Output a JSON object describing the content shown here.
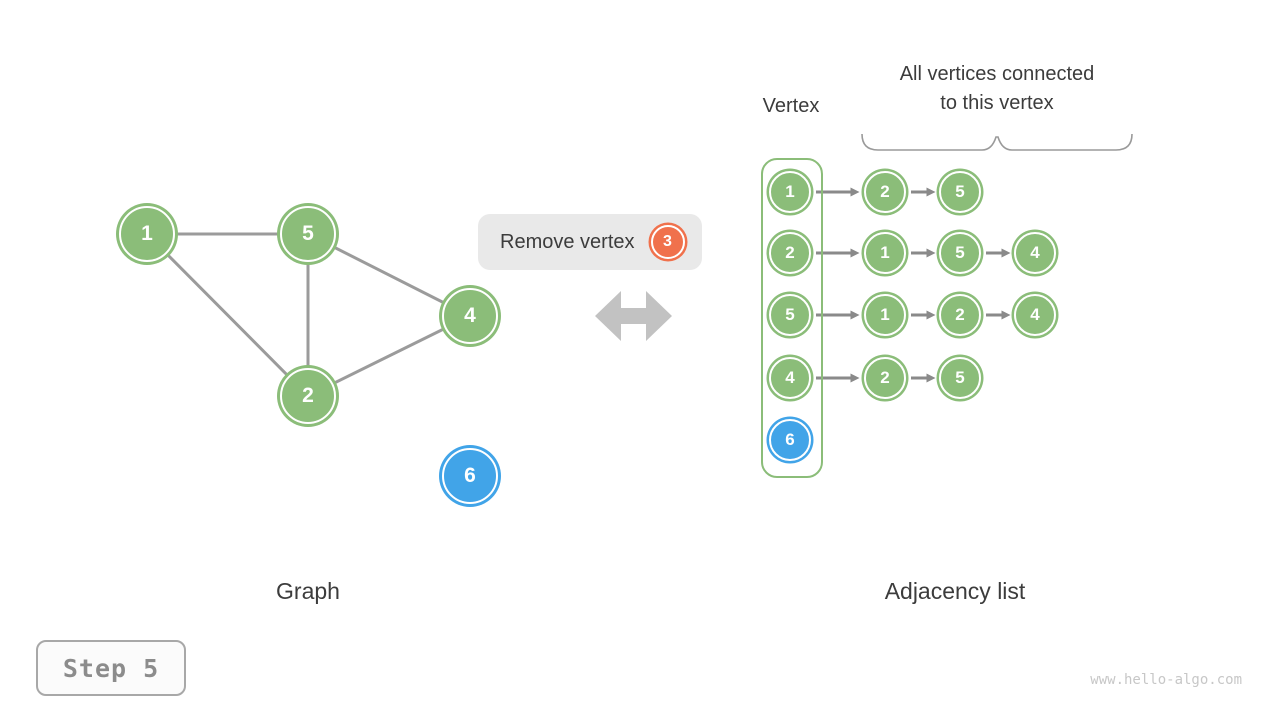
{
  "palette": {
    "green": "#8BBD79",
    "blue": "#41A4E8",
    "orange": "#F0714C",
    "pill_bg": "#E9E9E9",
    "edge": "#9B9B9B",
    "arrow": "#8A8A8A",
    "brace": "#9A9A9A",
    "double_arrow": "#C2C2C2",
    "text": "#3C3C3C",
    "step_text": "#8C8C8C",
    "watermark": "#C7C7C7"
  },
  "operation": {
    "label": "Remove vertex",
    "vertex": "3"
  },
  "graph": {
    "caption": "Graph",
    "nodes": [
      {
        "id": "1",
        "color": "green"
      },
      {
        "id": "5",
        "color": "green"
      },
      {
        "id": "4",
        "color": "green"
      },
      {
        "id": "2",
        "color": "green"
      },
      {
        "id": "6",
        "color": "blue"
      }
    ],
    "edges": [
      [
        "1",
        "5"
      ],
      [
        "1",
        "2"
      ],
      [
        "5",
        "2"
      ],
      [
        "5",
        "4"
      ],
      [
        "2",
        "4"
      ]
    ]
  },
  "adjacency": {
    "caption": "Adjacency list",
    "header_vertex": "Vertex",
    "header_connected_line1": "All vertices connected",
    "header_connected_line2": "to this vertex",
    "rows": [
      {
        "vertex": "1",
        "color": "green",
        "neighbors": [
          "2",
          "5"
        ]
      },
      {
        "vertex": "2",
        "color": "green",
        "neighbors": [
          "1",
          "5",
          "4"
        ]
      },
      {
        "vertex": "5",
        "color": "green",
        "neighbors": [
          "1",
          "2",
          "4"
        ]
      },
      {
        "vertex": "4",
        "color": "green",
        "neighbors": [
          "2",
          "5"
        ]
      },
      {
        "vertex": "6",
        "color": "blue",
        "neighbors": []
      }
    ]
  },
  "step": {
    "label": "Step 5"
  },
  "footer": {
    "watermark": "www.hello-algo.com"
  }
}
